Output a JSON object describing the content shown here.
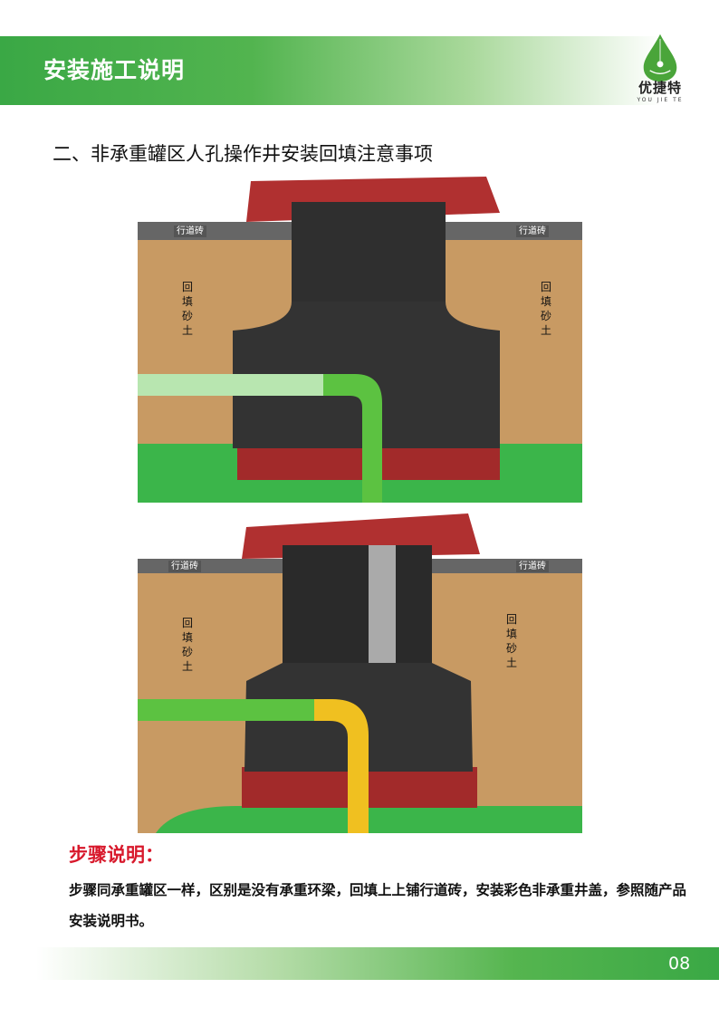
{
  "header": {
    "title": "安装施工说明",
    "logo_cn": "优捷特",
    "logo_en": "YOU JIE TE"
  },
  "section_title": "二、非承重罐区人孔操作井安装回填注意事项",
  "figures": [
    {
      "brick_label_left": "行道砖",
      "brick_label_right": "行道砖",
      "backfill_left": "回填砂土",
      "backfill_right": "回填砂土"
    },
    {
      "brick_label_left": "行道砖",
      "brick_label_right": "行道砖",
      "backfill_left": "回填砂土",
      "backfill_right": "回填砂土"
    }
  ],
  "steps": {
    "heading": "步骤说明：",
    "text": "步骤同承重罐区一样，区别是没有承重环梁，回填上上铺行道砖，安装彩色非承重井盖，参照随产品安装说明书。"
  },
  "footer": {
    "page_number": "08"
  },
  "colors": {
    "brand_green": "#3aa845",
    "soil": "#c89a63",
    "heading_red": "#d8192c",
    "tank_green": "#3bb54a"
  }
}
